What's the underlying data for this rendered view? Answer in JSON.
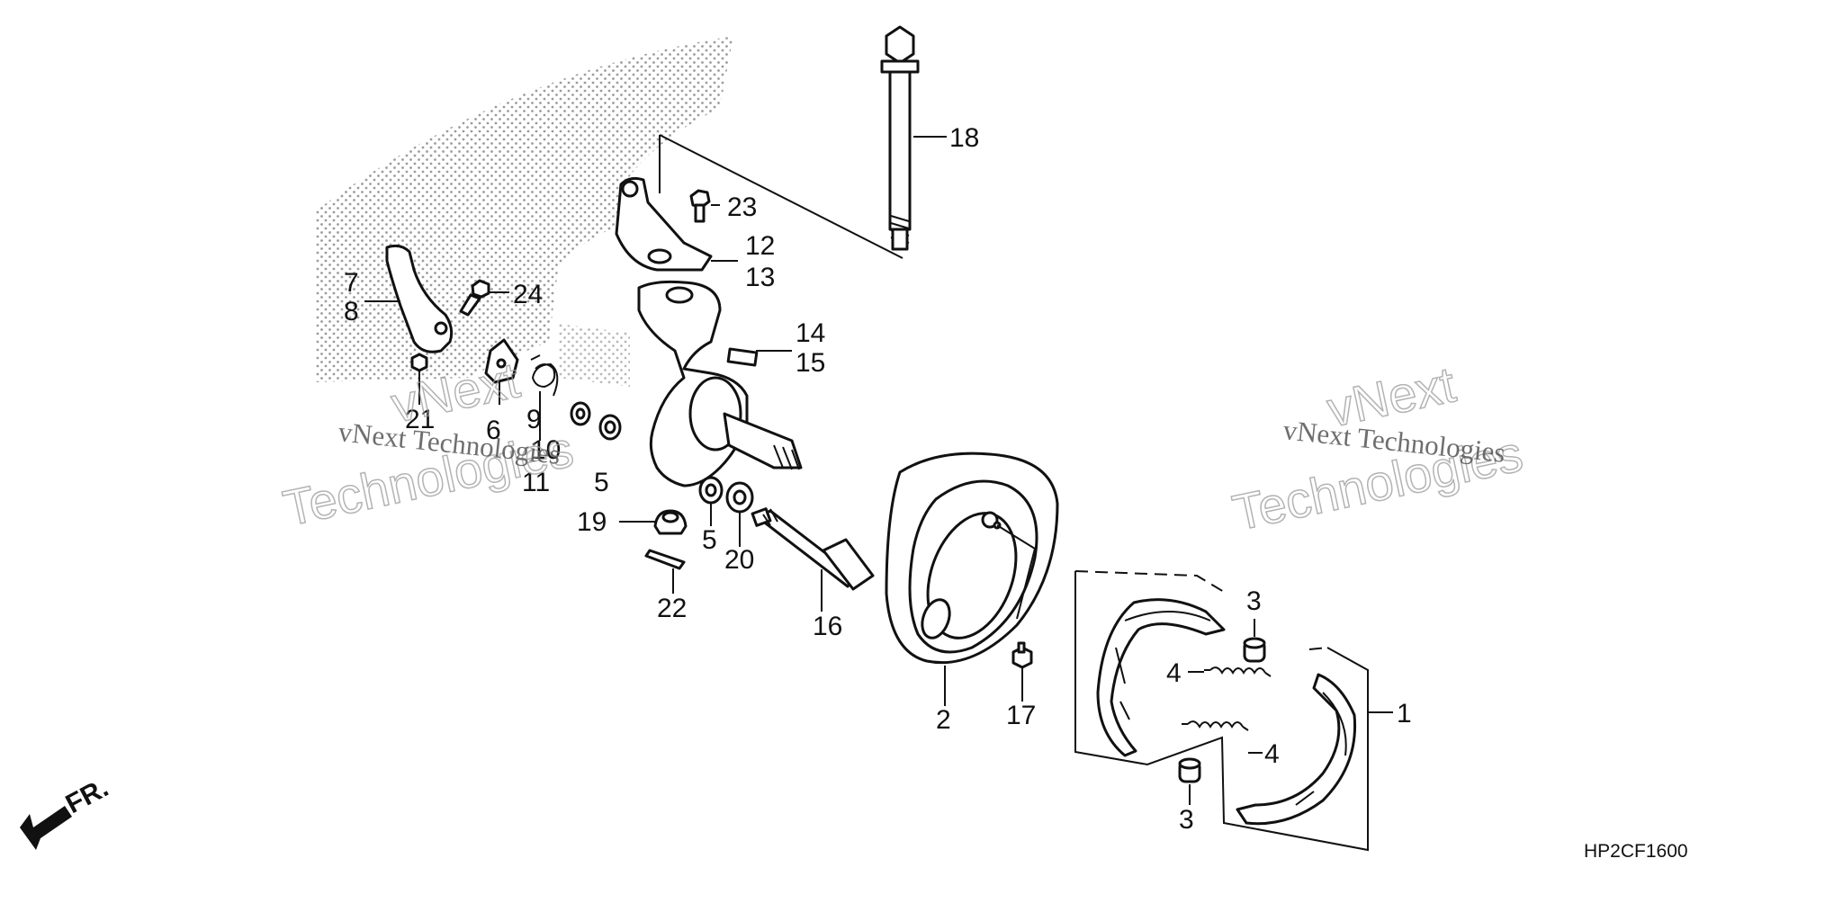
{
  "diagram": {
    "part_labels": [
      {
        "id": "1",
        "text": "1"
      },
      {
        "id": "2",
        "text": "2"
      },
      {
        "id": "3a",
        "text": "3"
      },
      {
        "id": "3b",
        "text": "3"
      },
      {
        "id": "4a",
        "text": "4"
      },
      {
        "id": "4b",
        "text": "4"
      },
      {
        "id": "5a",
        "text": "5"
      },
      {
        "id": "5b",
        "text": "5"
      },
      {
        "id": "6",
        "text": "6"
      },
      {
        "id": "7",
        "text": "7"
      },
      {
        "id": "8",
        "text": "8"
      },
      {
        "id": "9",
        "text": "9"
      },
      {
        "id": "10",
        "text": "10"
      },
      {
        "id": "11",
        "text": "11"
      },
      {
        "id": "12",
        "text": "12"
      },
      {
        "id": "13",
        "text": "13"
      },
      {
        "id": "14",
        "text": "14"
      },
      {
        "id": "15",
        "text": "15"
      },
      {
        "id": "16",
        "text": "16"
      },
      {
        "id": "17",
        "text": "17"
      },
      {
        "id": "18",
        "text": "18"
      },
      {
        "id": "19",
        "text": "19"
      },
      {
        "id": "20",
        "text": "20"
      },
      {
        "id": "21",
        "text": "21"
      },
      {
        "id": "22",
        "text": "22"
      },
      {
        "id": "23",
        "text": "23"
      },
      {
        "id": "24",
        "text": "24"
      }
    ],
    "diagram_code": "HP2CF1600",
    "direction_label": "FR.",
    "watermark": {
      "small": "vNext Technologies",
      "big_line1": "vNext",
      "big_line2": "Technologies"
    }
  }
}
